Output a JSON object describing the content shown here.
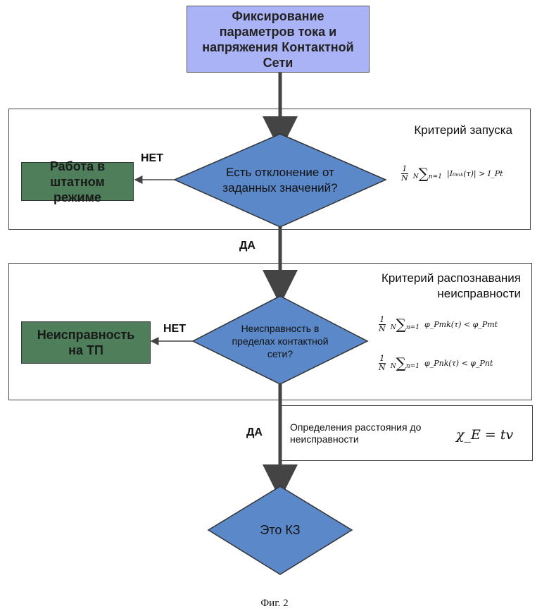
{
  "nodes": {
    "start": "Фиксирование параметров тока и напряжения Контактной Сети",
    "check_deviation": "Есть отклонение от заданных значений?",
    "normal_mode": "Работа в штатном режиме",
    "check_fault_location": "Неисправность в пределах контактной сети?",
    "fault_tp": "Неисправность на ТП",
    "short_circuit": "Это КЗ"
  },
  "sections": {
    "launch_title": "Критерий запуска",
    "recognition_title": "Критерий распознавания неисправности",
    "distance_label": "Определения расстояния до неисправности"
  },
  "edges": {
    "no_1": "НЕТ",
    "yes_1": "ДА",
    "no_2": "НЕТ",
    "yes_2": "ДА"
  },
  "formulas": {
    "frac_num": "1",
    "frac_den": "N",
    "sum_top": "N",
    "sum_bottom": "n=1",
    "launch_expr": "|I₀ₘₖ(τ)| > I_Pt",
    "recog_expr_1": "φ_Pmk(τ) < φ_Pmt",
    "recog_expr_2": "φ_Pnk(τ) < φ_Pnt",
    "distance_expr": "χ_E = tv"
  },
  "caption": "Фиг. 2",
  "colors": {
    "start_fill": "#aab3f5",
    "diamond_fill": "#5b88c9",
    "green_fill": "#4e7f5a",
    "line": "#444444"
  }
}
